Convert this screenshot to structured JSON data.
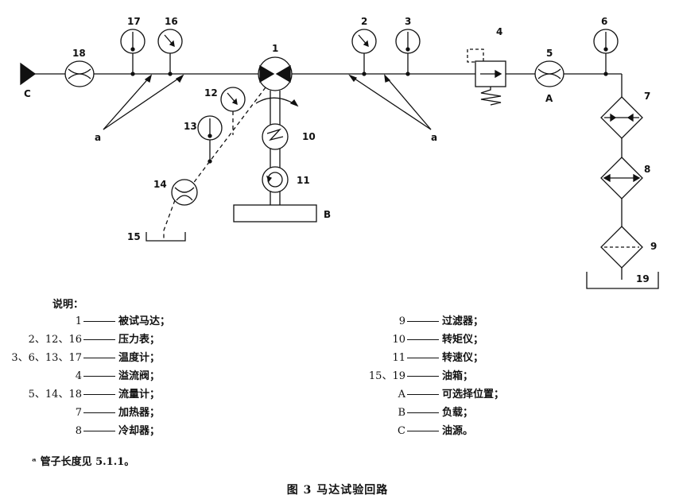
{
  "diagram": {
    "labels": {
      "n1": "1",
      "n2": "2",
      "n3": "3",
      "n4": "4",
      "n5": "5",
      "n6": "6",
      "n7": "7",
      "n8": "8",
      "n9": "9",
      "n10": "10",
      "n11": "11",
      "n12": "12",
      "n13": "13",
      "n14": "14",
      "n15": "15",
      "n16": "16",
      "n17": "17",
      "n18": "18",
      "n19": "19",
      "A": "A",
      "B": "B",
      "C": "C",
      "a_left": "a",
      "a_right": "a"
    }
  },
  "legend": {
    "title": "说明：",
    "left": [
      {
        "key": "1",
        "value": "被试马达；"
      },
      {
        "key": "2、12、16",
        "value": "压力表；"
      },
      {
        "key": "3、6、13、17",
        "value": "温度计；"
      },
      {
        "key": "4",
        "value": "溢流阀；"
      },
      {
        "key": "5、14、18",
        "value": "流量计；"
      },
      {
        "key": "7",
        "value": "加热器；"
      },
      {
        "key": "8",
        "value": "冷却器；"
      }
    ],
    "right": [
      {
        "key": "9",
        "value": "过滤器；"
      },
      {
        "key": "10",
        "value": "转矩仪；"
      },
      {
        "key": "11",
        "value": "转速仪；"
      },
      {
        "key": "15、19",
        "value": "油箱；"
      },
      {
        "key": "A",
        "value": "可选择位置；"
      },
      {
        "key": "B",
        "value": "负载；"
      },
      {
        "key": "C",
        "value": "油源。"
      }
    ]
  },
  "footnote": "ᵃ 管子长度见 5.1.1。",
  "caption": "图 3   马达试验回路"
}
